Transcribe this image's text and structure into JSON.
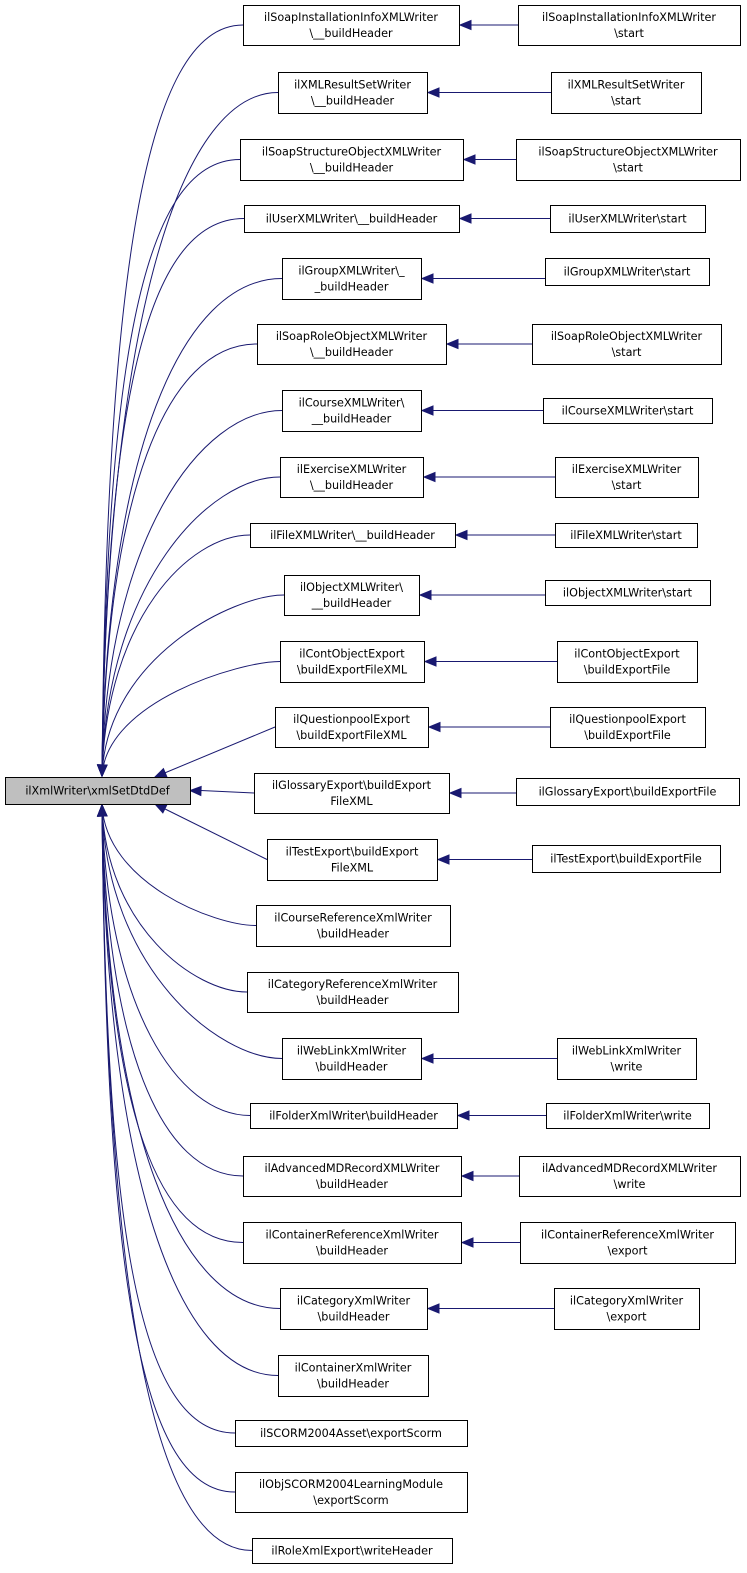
{
  "root": {
    "lines": [
      "ilXmlWriter\\xmlSetDtdDef"
    ]
  },
  "callers": [
    {
      "lines": [
        "ilSoapInstallationInfoXMLWriter",
        "\\__buildHeader"
      ],
      "child": {
        "lines": [
          "ilSoapInstallationInfoXMLWriter",
          "\\start"
        ]
      }
    },
    {
      "lines": [
        "ilXMLResultSetWriter",
        "\\__buildHeader"
      ],
      "child": {
        "lines": [
          "ilXMLResultSetWriter",
          "\\start"
        ]
      }
    },
    {
      "lines": [
        "ilSoapStructureObjectXMLWriter",
        "\\__buildHeader"
      ],
      "child": {
        "lines": [
          "ilSoapStructureObjectXMLWriter",
          "\\start"
        ]
      }
    },
    {
      "lines": [
        "ilUserXMLWriter\\__buildHeader"
      ],
      "child": {
        "lines": [
          "ilUserXMLWriter\\start"
        ]
      }
    },
    {
      "lines": [
        "ilGroupXMLWriter\\_",
        "_buildHeader"
      ],
      "child": {
        "lines": [
          "ilGroupXMLWriter\\start"
        ]
      }
    },
    {
      "lines": [
        "ilSoapRoleObjectXMLWriter",
        "\\__buildHeader"
      ],
      "child": {
        "lines": [
          "ilSoapRoleObjectXMLWriter",
          "\\start"
        ]
      }
    },
    {
      "lines": [
        "ilCourseXMLWriter\\",
        "__buildHeader"
      ],
      "child": {
        "lines": [
          "ilCourseXMLWriter\\start"
        ]
      }
    },
    {
      "lines": [
        "ilExerciseXMLWriter",
        "\\__buildHeader"
      ],
      "child": {
        "lines": [
          "ilExerciseXMLWriter",
          "\\start"
        ]
      }
    },
    {
      "lines": [
        "ilFileXMLWriter\\__buildHeader"
      ],
      "child": {
        "lines": [
          "ilFileXMLWriter\\start"
        ]
      }
    },
    {
      "lines": [
        "ilObjectXMLWriter\\",
        "__buildHeader"
      ],
      "child": {
        "lines": [
          "ilObjectXMLWriter\\start"
        ]
      }
    },
    {
      "lines": [
        "ilContObjectExport",
        "\\buildExportFileXML"
      ],
      "child": {
        "lines": [
          "ilContObjectExport",
          "\\buildExportFile"
        ]
      }
    },
    {
      "lines": [
        "ilQuestionpoolExport",
        "\\buildExportFileXML"
      ],
      "child": {
        "lines": [
          "ilQuestionpoolExport",
          "\\buildExportFile"
        ]
      }
    },
    {
      "lines": [
        "ilGlossaryExport\\buildExport",
        "FileXML"
      ],
      "child": {
        "lines": [
          "ilGlossaryExport\\buildExportFile"
        ]
      }
    },
    {
      "lines": [
        "ilTestExport\\buildExport",
        "FileXML"
      ],
      "child": {
        "lines": [
          "ilTestExport\\buildExportFile"
        ]
      }
    },
    {
      "lines": [
        "ilCourseReferenceXmlWriter",
        "\\buildHeader"
      ]
    },
    {
      "lines": [
        "ilCategoryReferenceXmlWriter",
        "\\buildHeader"
      ]
    },
    {
      "lines": [
        "ilWebLinkXmlWriter",
        "\\buildHeader"
      ],
      "child": {
        "lines": [
          "ilWebLinkXmlWriter",
          "\\write"
        ]
      }
    },
    {
      "lines": [
        "ilFolderXmlWriter\\buildHeader"
      ],
      "child": {
        "lines": [
          "ilFolderXmlWriter\\write"
        ]
      }
    },
    {
      "lines": [
        "ilAdvancedMDRecordXMLWriter",
        "\\buildHeader"
      ],
      "child": {
        "lines": [
          "ilAdvancedMDRecordXMLWriter",
          "\\write"
        ]
      }
    },
    {
      "lines": [
        "ilContainerReferenceXmlWriter",
        "\\buildHeader"
      ],
      "child": {
        "lines": [
          "ilContainerReferenceXmlWriter",
          "\\export"
        ]
      }
    },
    {
      "lines": [
        "ilCategoryXmlWriter",
        "\\buildHeader"
      ],
      "child": {
        "lines": [
          "ilCategoryXmlWriter",
          "\\export"
        ]
      }
    },
    {
      "lines": [
        "ilContainerXmlWriter",
        "\\buildHeader"
      ]
    },
    {
      "lines": [
        "ilSCORM2004Asset\\exportScorm"
      ]
    },
    {
      "lines": [
        "ilObjSCORM2004LearningModule",
        "\\exportScorm"
      ]
    },
    {
      "lines": [
        "ilRoleXmlExport\\writeHeader"
      ]
    }
  ],
  "colors": {
    "edge": "#191970",
    "root_fill": "#bfbfbf",
    "node_fill": "#ffffff",
    "border": "#000000"
  }
}
